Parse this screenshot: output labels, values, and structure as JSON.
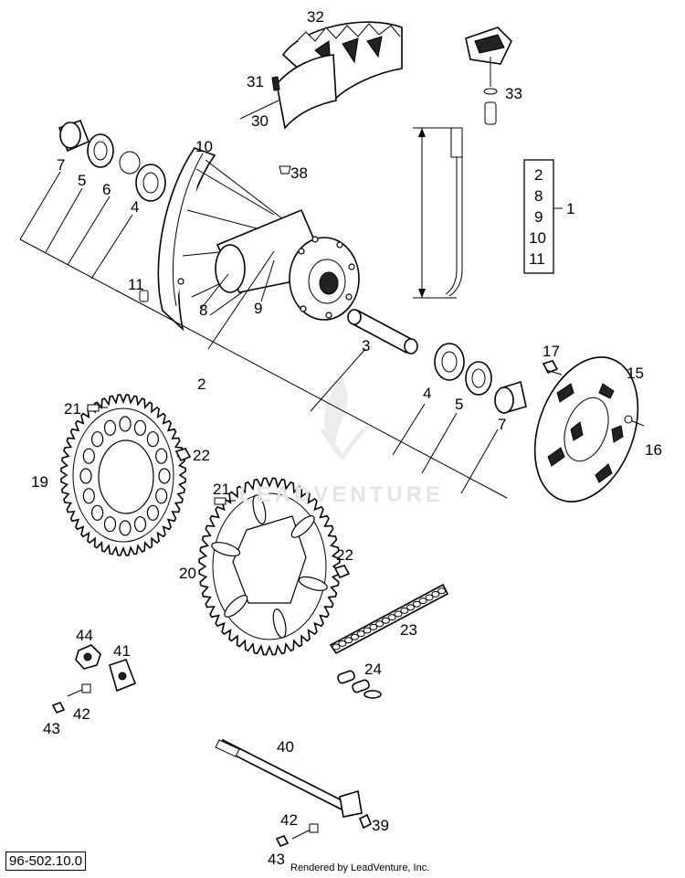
{
  "diagram_code": "96-502.10.0",
  "credit": "Rendered by LeadVenture, Inc.",
  "watermark": "LEADVENTURE",
  "assembly_box": {
    "label": "1",
    "items": [
      "2",
      "8",
      "9",
      "10",
      "11"
    ]
  },
  "callouts": [
    {
      "id": "p32",
      "text": "32"
    },
    {
      "id": "p31",
      "text": "31"
    },
    {
      "id": "p30",
      "text": "30"
    },
    {
      "id": "p33",
      "text": "33"
    },
    {
      "id": "p7a",
      "text": "7"
    },
    {
      "id": "p5a",
      "text": "5"
    },
    {
      "id": "p6",
      "text": "6"
    },
    {
      "id": "p4a",
      "text": "4"
    },
    {
      "id": "p10",
      "text": "10"
    },
    {
      "id": "p38",
      "text": "38"
    },
    {
      "id": "p11",
      "text": "11"
    },
    {
      "id": "p8",
      "text": "8"
    },
    {
      "id": "p9",
      "text": "9"
    },
    {
      "id": "p2",
      "text": "2"
    },
    {
      "id": "p3",
      "text": "3"
    },
    {
      "id": "p4b",
      "text": "4"
    },
    {
      "id": "p5b",
      "text": "5"
    },
    {
      "id": "p7b",
      "text": "7"
    },
    {
      "id": "p17",
      "text": "17"
    },
    {
      "id": "p15",
      "text": "15"
    },
    {
      "id": "p16",
      "text": "16"
    },
    {
      "id": "p21a",
      "text": "21"
    },
    {
      "id": "p22a",
      "text": "22"
    },
    {
      "id": "p19",
      "text": "19"
    },
    {
      "id": "p21b",
      "text": "21"
    },
    {
      "id": "p22b",
      "text": "22"
    },
    {
      "id": "p20",
      "text": "20"
    },
    {
      "id": "p23",
      "text": "23"
    },
    {
      "id": "p24",
      "text": "24"
    },
    {
      "id": "p44",
      "text": "44"
    },
    {
      "id": "p41",
      "text": "41"
    },
    {
      "id": "p42a",
      "text": "42"
    },
    {
      "id": "p43a",
      "text": "43"
    },
    {
      "id": "p40",
      "text": "40"
    },
    {
      "id": "p39",
      "text": "39"
    },
    {
      "id": "p42b",
      "text": "42"
    },
    {
      "id": "p43b",
      "text": "43"
    }
  ]
}
